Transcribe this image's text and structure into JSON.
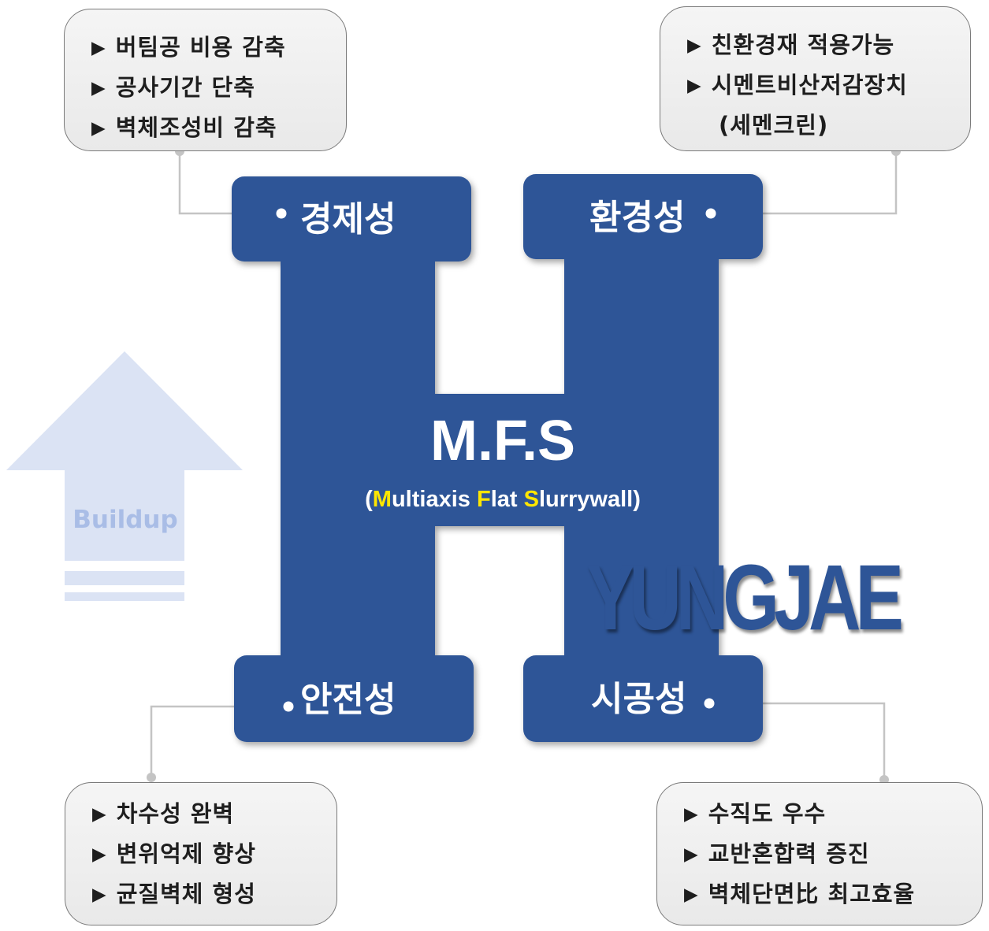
{
  "colors": {
    "h_fill": "#2e5597",
    "highlight": "#ffe600",
    "arrow": "#dbe3f4",
    "arrow_text": "#a9bde6",
    "connector": "#c4c4c4"
  },
  "center": {
    "title": "M.F.S",
    "subtitle": {
      "open": "(",
      "m": "M",
      "m_rest": "ultiaxis ",
      "f": "F",
      "f_rest": "lat ",
      "s": "S",
      "s_rest": "lurrywall)"
    }
  },
  "brand": "YUNGJAE",
  "arrow": {
    "label": "Buildup"
  },
  "quadrants": {
    "top_left": {
      "label": "경제성",
      "items": [
        "버팀공 비용 감축",
        "공사기간 단축",
        "벽체조성비 감축"
      ]
    },
    "top_right": {
      "label": "환경성",
      "items": [
        "친환경재 적용가능",
        "시멘트비산저감장치"
      ],
      "continuation": "(세멘크린)"
    },
    "bottom_left": {
      "label": "안전성",
      "items": [
        "차수성 완벽",
        "변위억제 향상",
        "균질벽체 형성"
      ]
    },
    "bottom_right": {
      "label": "시공성",
      "items": [
        "수직도 우수",
        "교반혼합력 증진",
        "벽체단면比 최고효율"
      ]
    }
  },
  "bullet_glyph": "▶"
}
